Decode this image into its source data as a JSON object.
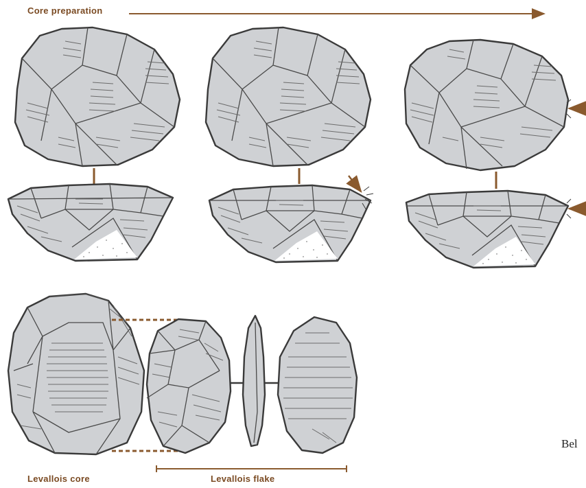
{
  "labels": {
    "core_preparation": "Core preparation",
    "levallois_core": "Levallois core",
    "levallois_flake": "Levallois flake",
    "clipped_text": "Bel"
  },
  "colors": {
    "label_brown": "#7a4a22",
    "arrow_brown": "#8a5a2e",
    "stone_fill": "#cfd1d4",
    "stone_outline": "#3a3a3a"
  }
}
